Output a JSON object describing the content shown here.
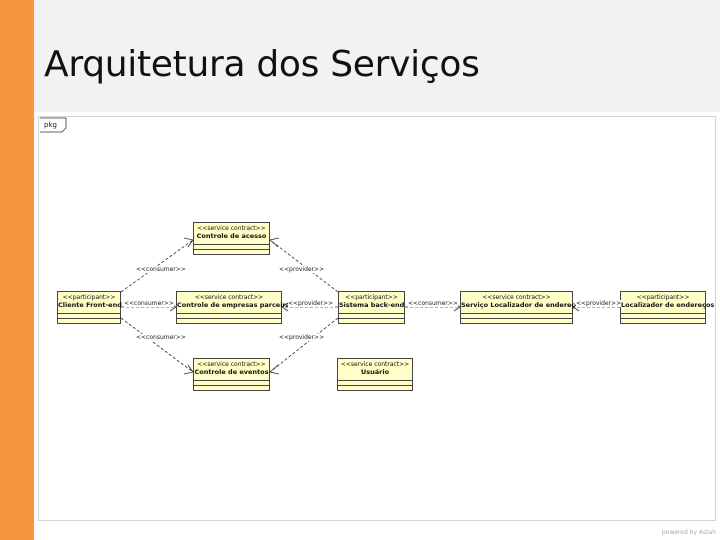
{
  "slide": {
    "title": "Arquitetura dos Serviços",
    "footer": "powered by Astah"
  },
  "diagram": {
    "frame_label": "pkg",
    "nodes": {
      "cliente": {
        "stereotype": "<<participant>>",
        "name": "Cliente Front-end"
      },
      "controle_acesso": {
        "stereotype": "<<service contract>>",
        "name": "Controle de acesso"
      },
      "controle_empresas": {
        "stereotype": "<<service contract>>",
        "name": "Controle de empresas parceiras"
      },
      "controle_eventos": {
        "stereotype": "<<service contract>>",
        "name": "Controle de eventos"
      },
      "sistema_backend": {
        "stereotype": "<<participant>>",
        "name": "Sistema back-end"
      },
      "usuario": {
        "stereotype": "<<service contract>>",
        "name": "Usuário"
      },
      "servico_localizador": {
        "stereotype": "<<service contract>>",
        "name": "Serviço Localizador de endereços"
      },
      "localizador": {
        "stereotype": "<<participant>>",
        "name": "Localizador de endereços"
      }
    },
    "edges": {
      "cliente_acesso": "<<consumer>>",
      "cliente_empresas": "<<consumer>>",
      "cliente_eventos": "<<consumer>>",
      "backend_acesso": "<<provider>>",
      "backend_empresas": "<<provider>>",
      "backend_eventos": "<<provider>>",
      "backend_servico": "<<consumer>>",
      "localizador_servico": "<<provider>>"
    }
  }
}
